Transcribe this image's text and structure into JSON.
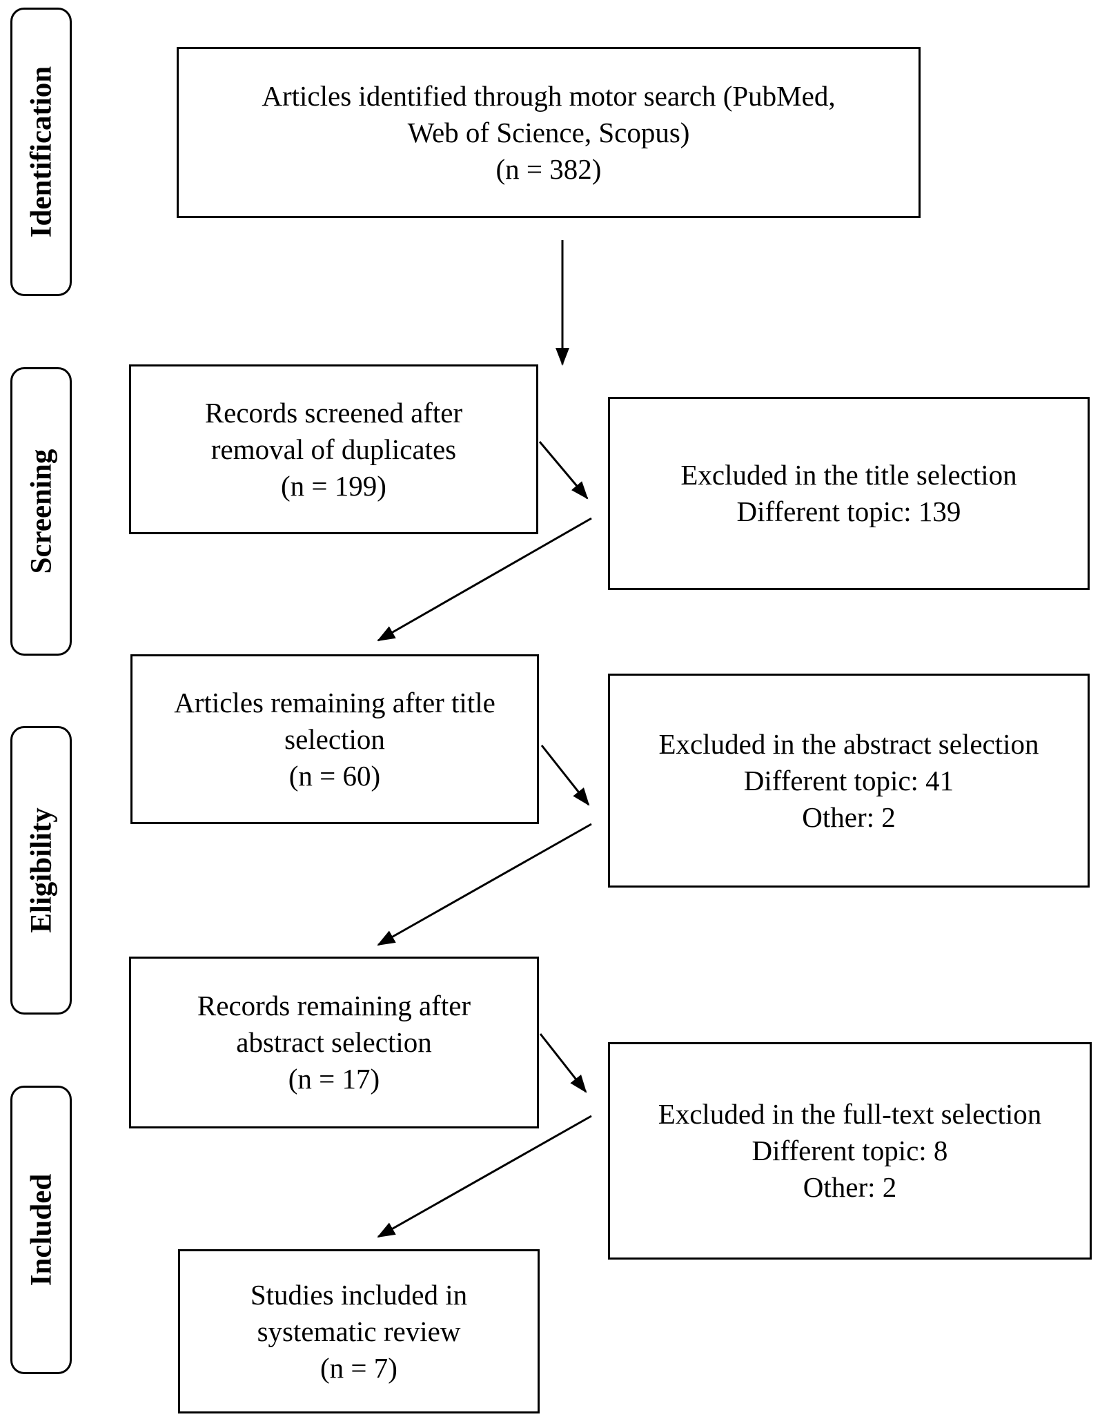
{
  "stages": {
    "identification": "Identification",
    "screening": "Screening",
    "eligibility": "Eligibility",
    "included": "Included"
  },
  "boxes": {
    "identified": {
      "lines": [
        "Articles identified through motor search (PubMed,",
        "Web of Science, Scopus)",
        "(n = 382)"
      ]
    },
    "screened": {
      "lines": [
        "Records screened after",
        "removal of duplicates",
        "(n = 199)"
      ]
    },
    "excluded_title": {
      "lines": [
        "Excluded in the title selection",
        "Different topic: 139"
      ]
    },
    "after_title": {
      "lines": [
        "Articles remaining after title",
        "selection",
        "(n = 60)"
      ]
    },
    "excluded_abstract": {
      "lines": [
        "Excluded in the abstract selection",
        "Different topic: 41",
        "Other: 2"
      ]
    },
    "after_abstract": {
      "lines": [
        "Records remaining after",
        "abstract selection",
        "(n = 17)"
      ]
    },
    "excluded_fulltext": {
      "lines": [
        "Excluded in the full-text selection",
        "Different topic: 8",
        "Other: 2"
      ]
    },
    "included": {
      "lines": [
        "Studies included in",
        "systematic review",
        "(n = 7)"
      ]
    }
  }
}
